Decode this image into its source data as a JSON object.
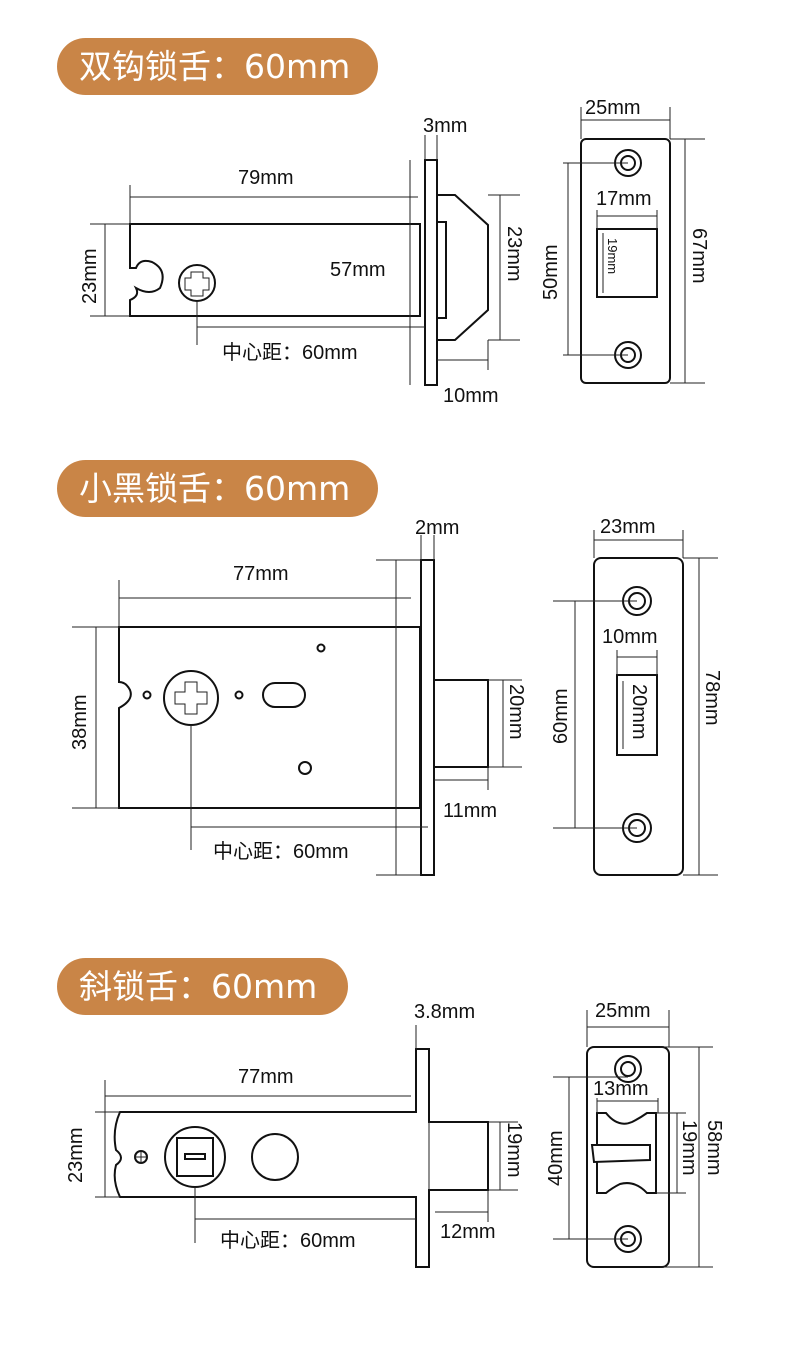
{
  "accent_color": "#C98547",
  "sections": [
    {
      "title": "双钩锁舌：60mm",
      "dims": {
        "body_length": "79mm",
        "plate_thickness": "3mm",
        "body_height": "23mm",
        "bolt_width": "57mm",
        "bolt_height": "23mm",
        "bolt_depth": "10mm",
        "center_distance": "中心距：60mm"
      },
      "strike": {
        "width": "25mm",
        "hole_spacing": "50mm",
        "height": "67mm",
        "opening_width": "17mm",
        "opening_height": "19mm"
      }
    },
    {
      "title": "小黑锁舌：60mm",
      "dims": {
        "body_length": "77mm",
        "plate_thickness": "2mm",
        "body_height": "38mm",
        "bolt_height": "20mm",
        "bolt_depth": "11mm",
        "center_distance": "中心距：60mm"
      },
      "strike": {
        "width": "23mm",
        "hole_spacing": "60mm",
        "height": "78mm",
        "opening_width": "10mm",
        "opening_height": "20mm"
      }
    },
    {
      "title": "斜锁舌：60mm",
      "dims": {
        "body_length": "77mm",
        "plate_thickness": "3.8mm",
        "body_height": "23mm",
        "bolt_height": "19mm",
        "bolt_depth": "12mm",
        "center_distance": "中心距：60mm"
      },
      "strike": {
        "width": "25mm",
        "hole_spacing": "40mm",
        "height": "58mm",
        "opening_width": "13mm",
        "opening_height": "19mm"
      }
    }
  ]
}
